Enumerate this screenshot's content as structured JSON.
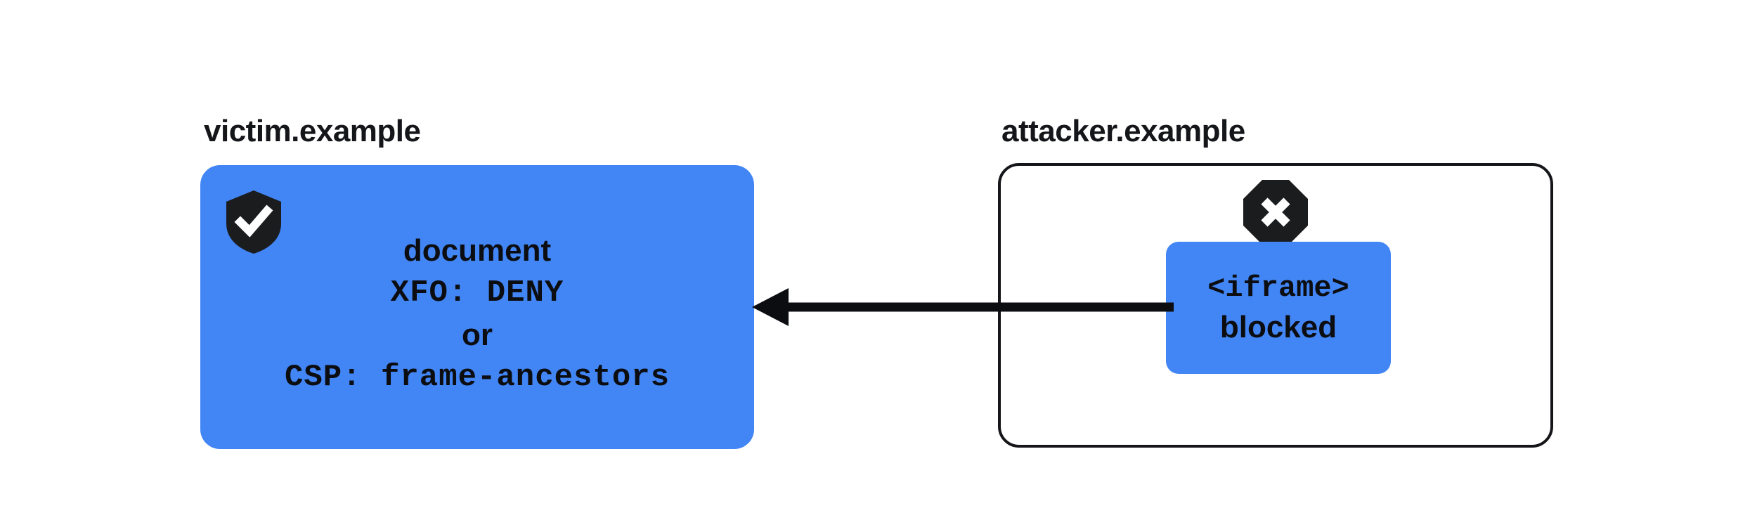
{
  "diagram": {
    "title_left": "victim.example",
    "title_right": "attacker.example",
    "colors": {
      "accent_blue": "#4285f4",
      "ink": "#15161a",
      "background": "#ffffff"
    },
    "victim": {
      "label": "victim.example",
      "status_icon": "shield-check-icon",
      "lines": [
        "document",
        "XFO: DENY",
        "or",
        "CSP: frame-ancestors"
      ],
      "line_0": "document",
      "line_1": "XFO: DENY",
      "line_2": "or",
      "line_3": "CSP: frame-ancestors"
    },
    "attacker": {
      "label": "attacker.example",
      "status_icon": "octagon-x-blocked-icon",
      "iframe": {
        "tag": "<iframe>",
        "state": "blocked"
      }
    },
    "arrow": {
      "name": "framing-attempt-arrow",
      "direction": "right-to-left",
      "from": "attacker.example <iframe>",
      "to": "victim.example document",
      "label": ""
    }
  }
}
